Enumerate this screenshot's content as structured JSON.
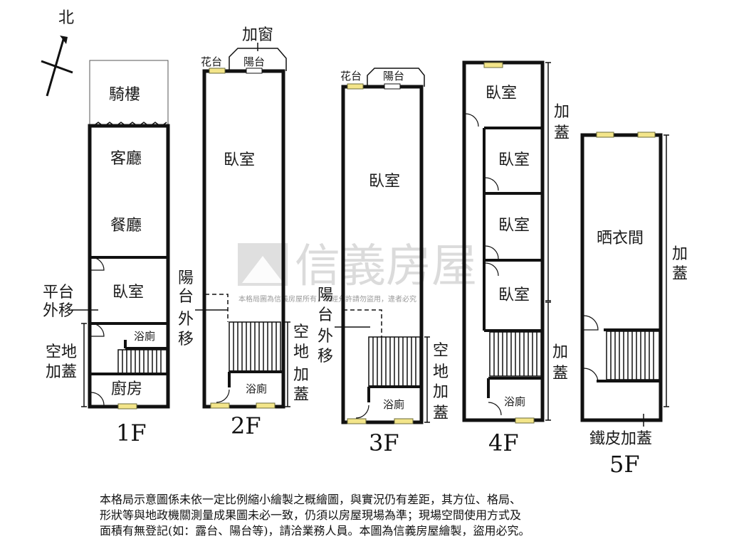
{
  "compass": {
    "north": "北"
  },
  "floor1": {
    "label": "1F",
    "rooms": {
      "arcade": "騎樓",
      "living": "客廳",
      "dining": "餐廳",
      "bedroom": "臥室",
      "bath": "浴廁",
      "kitchen": "廚房"
    },
    "notes": {
      "terrace_1": "平台",
      "terrace_2": "外移",
      "vacant_1": "空地",
      "vacant_2": "加蓋"
    }
  },
  "floor2": {
    "label": "2F",
    "rooms": {
      "bedroom": "臥室",
      "bath": "浴廁",
      "flower": "花台",
      "balcony": "陽台"
    },
    "notes": {
      "window_add": "加窗",
      "balcony_move": [
        "陽",
        "台",
        "外",
        "移"
      ],
      "vacant_add": [
        "空",
        "地",
        "加",
        "蓋"
      ]
    }
  },
  "floor3": {
    "label": "3F",
    "rooms": {
      "bedroom": "臥室",
      "bath": "浴廁",
      "flower": "花台",
      "balcony": "陽台"
    },
    "notes": {
      "balcony_move": [
        "陽",
        "台",
        "外",
        "移"
      ],
      "vacant_add": [
        "空",
        "地",
        "加",
        "蓋"
      ]
    }
  },
  "floor4": {
    "label": "4F",
    "rooms": {
      "bedroom1": "臥室",
      "bedroom2": "臥室",
      "bedroom3": "臥室",
      "bedroom4": "臥室",
      "bath": "浴廁"
    },
    "notes": {
      "add_top": [
        "加",
        "蓋"
      ],
      "add_bottom": [
        "加",
        "蓋"
      ]
    }
  },
  "floor5": {
    "label": "5F",
    "rooms": {
      "laundry": "晒衣間"
    },
    "notes": {
      "add_side": [
        "加",
        "蓋"
      ],
      "iron_roof": "鐵皮加蓋"
    }
  },
  "watermark": {
    "brand": "信義房屋",
    "small": "本格局圖為信義房屋所有，未經允許請勿盜用，違者必究"
  },
  "disclaimer": [
    "本格局示意圖係未依一定比例縮小繪製之概繪圖，與實況仍有差距，其方位、格局、",
    "形狀等與地政機關測量成果圖未必一致，仍須以房屋現場為準；現場空間使用方式及",
    "面積有無登記(如：露台、陽台等)，請洽業務人員。本圖為信義房屋繪製，盜用必究。"
  ]
}
